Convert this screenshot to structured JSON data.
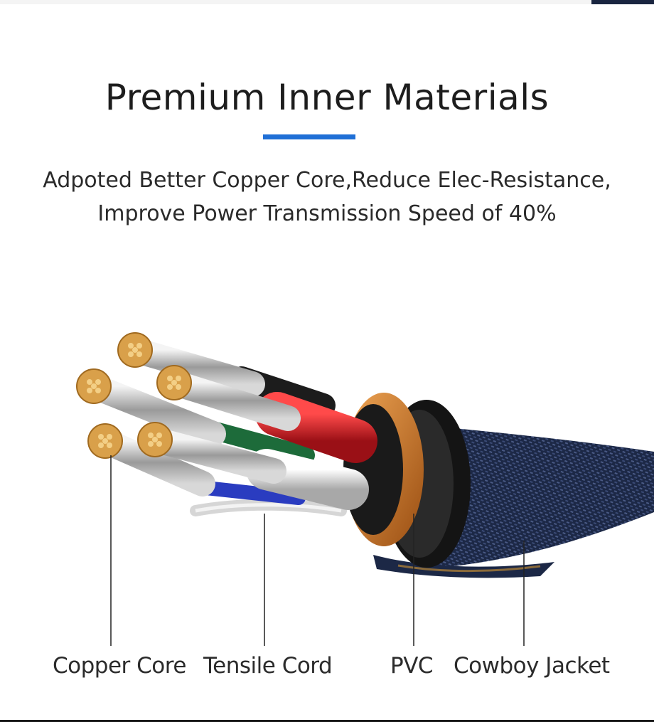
{
  "header": {
    "title": "Premium Inner Materials",
    "accent_color": "#1f6fd6"
  },
  "description": {
    "line1": "Adpoted Better Copper Core,Reduce Elec-Resistance,",
    "line2": "Improve Power Transmission Speed of 40%"
  },
  "labels": {
    "copper_core": "Copper Core",
    "tensile_cord": "Tensile Cord",
    "pvc": "PVC",
    "cowboy_jacket": "Cowboy Jacket"
  },
  "colors": {
    "copper": "#d9a04a",
    "wire_red": "#d2232a",
    "wire_white": "#e6e6e6",
    "wire_green": "#1d6b3a",
    "wire_blue": "#2a3cc0",
    "wire_black": "#1c1c1c",
    "shield_orange": "#d07a2c",
    "pvc_black": "#141414",
    "jacket_navy": "#1c2846"
  }
}
